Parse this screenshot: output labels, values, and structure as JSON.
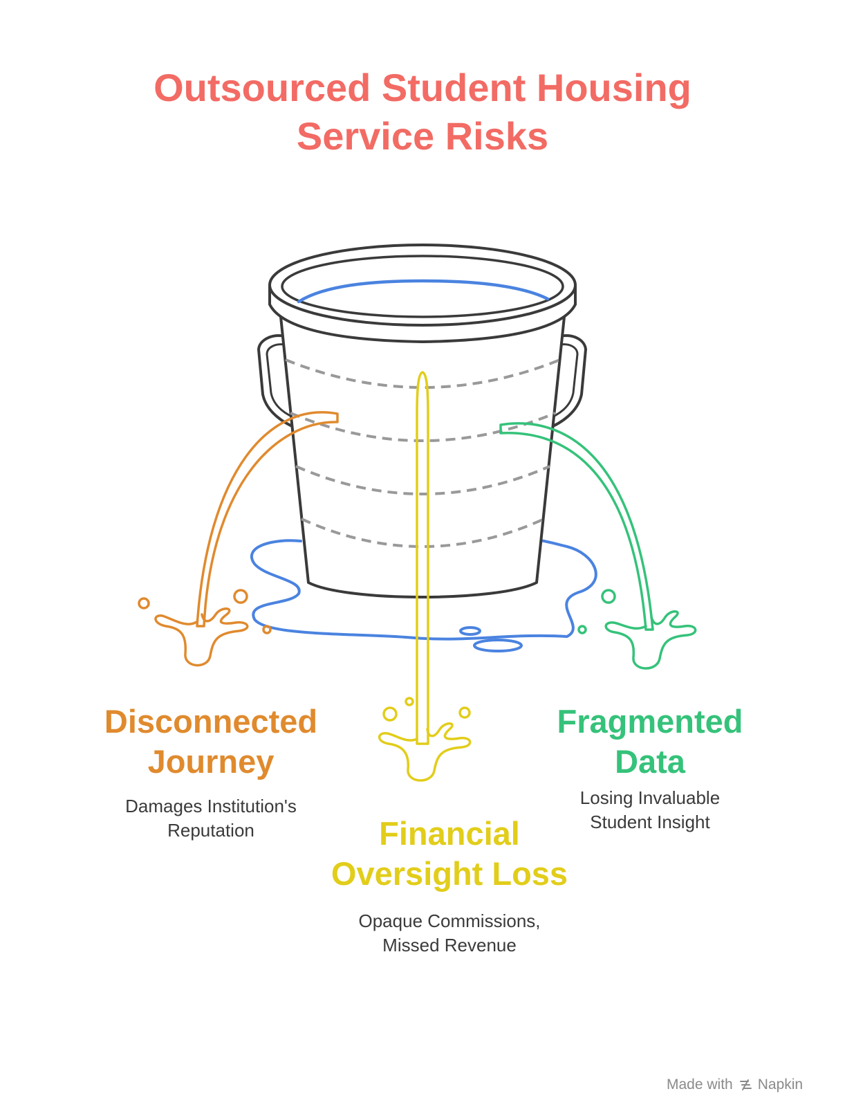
{
  "title": {
    "line1": "Outsourced Student Housing",
    "line2": "Service Risks"
  },
  "colors": {
    "title": "#f26b64",
    "journey": "#e08a2e",
    "financial": "#e2cd1a",
    "data": "#35c27a",
    "water": "#4a83e0",
    "bucket": "#3a3a3a"
  },
  "risks": [
    {
      "heading1": "Disconnected",
      "heading2": "Journey",
      "desc1": "Damages Institution's",
      "desc2": "Reputation",
      "color": "#e08a2e",
      "icon": "leak-stream-left"
    },
    {
      "heading1": "Financial",
      "heading2": "Oversight Loss",
      "desc1": "Opaque Commissions,",
      "desc2": "Missed Revenue",
      "color": "#e2cd1a",
      "icon": "leak-stream-center"
    },
    {
      "heading1": "Fragmented",
      "heading2": "Data",
      "desc1": "Losing Invaluable",
      "desc2": "Student Insight",
      "color": "#35c27a",
      "icon": "leak-stream-right"
    }
  ],
  "footer": {
    "made_with": "Made with",
    "brand": "Napkin"
  }
}
